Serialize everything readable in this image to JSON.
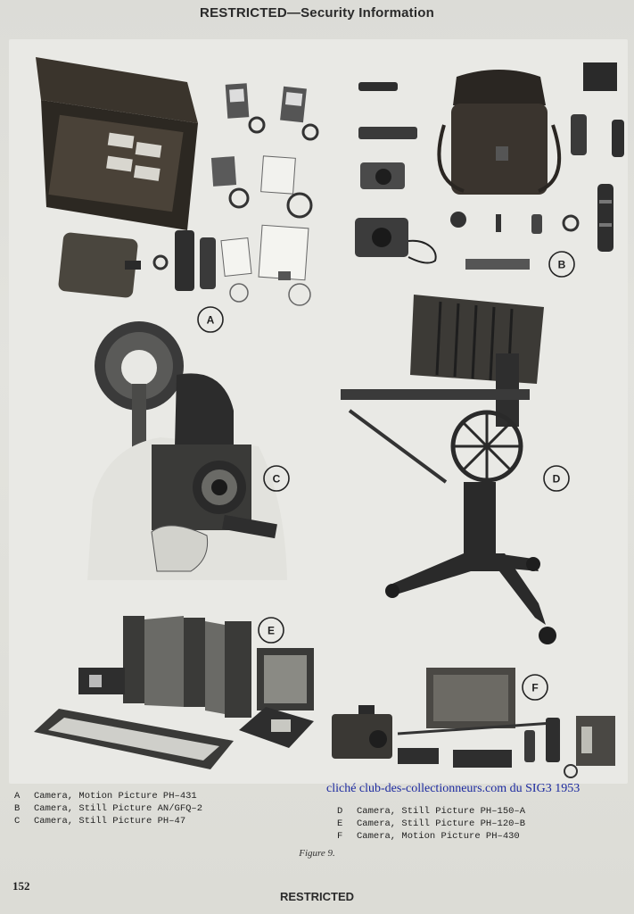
{
  "header": {
    "title": "RESTRICTED—Security Information"
  },
  "plate_labels": [
    "A",
    "B",
    "C",
    "D",
    "E",
    "F"
  ],
  "credit": "cliché club-des-collectionneurs.com du SIG3 1953",
  "captions_left": [
    {
      "key": "A",
      "text": "Camera, Motion Picture PH–431"
    },
    {
      "key": "B",
      "text": "Camera, Still Picture AN/GFQ–2"
    },
    {
      "key": "C",
      "text": "Camera, Still Picture PH–47"
    }
  ],
  "captions_right": [
    {
      "key": "D",
      "text": "Camera, Still Picture PH–150–A"
    },
    {
      "key": "E",
      "text": "Camera, Still Picture PH–120–B"
    },
    {
      "key": "F",
      "text": "Camera, Motion Picture PH–430"
    }
  ],
  "figure_label": "Figure 9.",
  "page_number": "152",
  "footer": {
    "title": "RESTRICTED"
  },
  "colors": {
    "paper": "#e3e3de",
    "ink": "#1e1e1e",
    "credit_blue": "#1c2aa0"
  }
}
